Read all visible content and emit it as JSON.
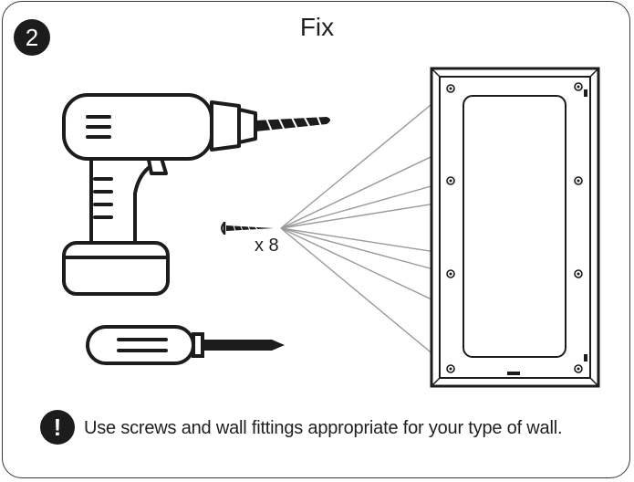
{
  "step": {
    "number": "2",
    "title": "Fix"
  },
  "screws": {
    "count_label": "x 8"
  },
  "note": {
    "badge": "!",
    "text": "Use screws and wall fittings appropriate for your type of wall."
  },
  "icons": [
    "drill-icon",
    "screwdriver-icon",
    "screw-icon",
    "mounting-frame-icon",
    "warning-icon"
  ],
  "colors": {
    "ink": "#1c1c1c",
    "guide_lines": "#9a9a9a",
    "background": "#ffffff"
  }
}
